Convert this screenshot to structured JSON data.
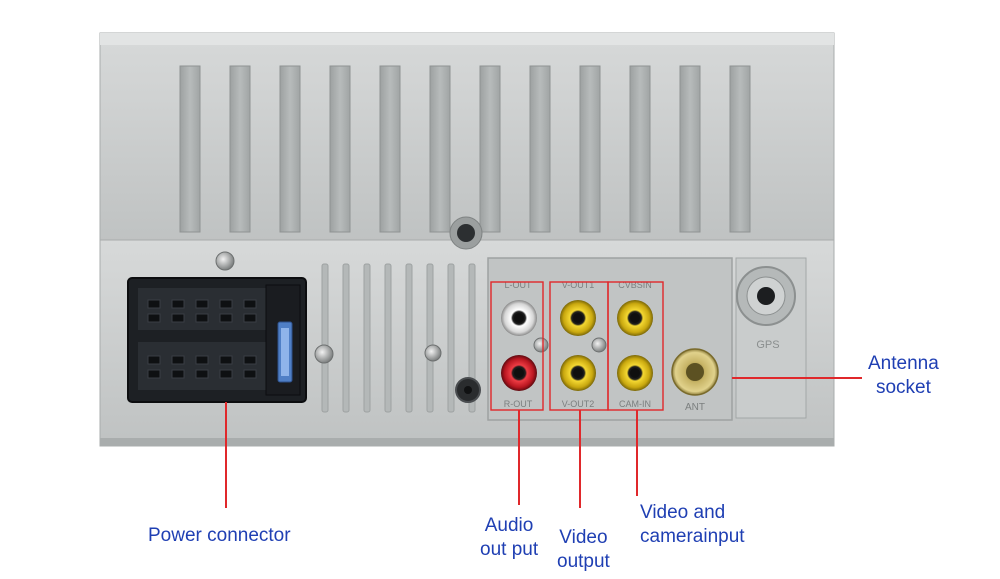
{
  "colors": {
    "panel": "#c8cbcb",
    "panel_dark": "#a7abab",
    "connector": "#1d2024",
    "rca_yellow": "#e2c21c",
    "rca_white": "#eeeeee",
    "rca_red": "#d3202a",
    "leader_line": "#e0282b",
    "label_text": "#1f3fb3"
  },
  "callouts": {
    "antenna": {
      "line1": "Antenna",
      "line2": "socket"
    },
    "power": {
      "line1": "Power connector"
    },
    "audio": {
      "line1": "Audio",
      "line2": "out put"
    },
    "video_out": {
      "line1": "Video",
      "line2": "output"
    },
    "video_camera": {
      "line1": "Video and",
      "line2": "camerainput"
    }
  },
  "panel_markings": {
    "gps": "GPS",
    "ant": "ANT",
    "l_out": "L-OUT",
    "r_out": "R-OUT",
    "v_out1": "V-OUT1",
    "v_out2": "V-OUT2",
    "cvbsin": "CVBSIN",
    "cam_in": "CAM-IN"
  },
  "icons": [
    "screw-icon",
    "gps-socket-icon",
    "antenna-socket-icon",
    "rca-jack-icon",
    "wiring-harness-icon",
    "fuse-icon"
  ]
}
